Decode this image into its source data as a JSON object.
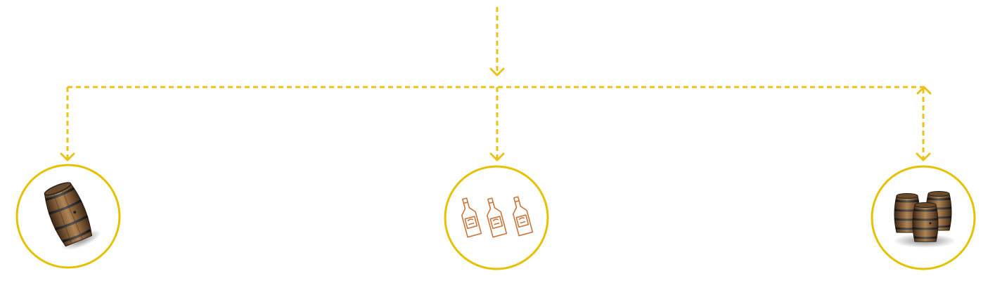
{
  "diagram": {
    "title": "",
    "connector_color": "#ecc21a",
    "circle_border_color": "#e5c100",
    "nodes": [
      {
        "id": "left",
        "icon": "single-barrel-icon"
      },
      {
        "id": "center",
        "icon": "three-bottles-icon"
      },
      {
        "id": "right",
        "icon": "barrel-stack-icon"
      }
    ]
  }
}
